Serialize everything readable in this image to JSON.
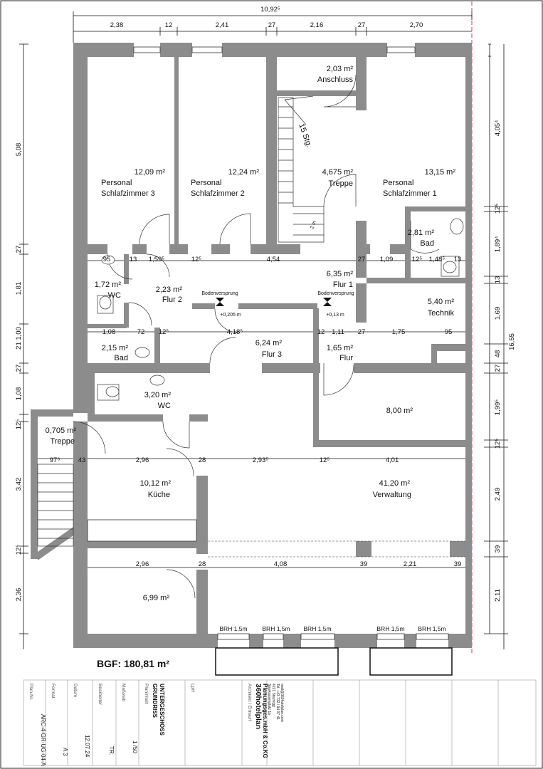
{
  "overall": {
    "total_width": "10,92⁵",
    "right_total": "16,55",
    "bgf": "BGF: 180,81 m²"
  },
  "top_dims": [
    "2,38",
    "12",
    "2,41",
    "27",
    "2,16",
    "27",
    "2,70"
  ],
  "left_dims": [
    "5,08",
    "27",
    "1,81",
    "21 1,00",
    "27",
    "1,08",
    "12⁵",
    "3,42",
    "12⁵",
    "2,36"
  ],
  "right_dims": [
    "4,05⁴",
    "12⁵",
    "1,89⁴",
    "13",
    "1,69",
    "48",
    "27",
    "1,99⁵",
    "12⁵",
    "2,49",
    "39",
    "2,11"
  ],
  "inner_dims": {
    "row1": [
      "95",
      "13",
      "1,59⁵",
      "12⁵",
      "4,54",
      "27",
      "1,09",
      "12⁵",
      "1,48⁵",
      "13"
    ],
    "row2": [
      "1,08",
      "72",
      "12⁵",
      "4,18⁵",
      "12",
      "1,11",
      "27",
      "1,75",
      "95"
    ],
    "row3": [
      "97⁶",
      "43",
      "2,96",
      "28",
      "2,93⁵",
      "12⁵",
      "4,01"
    ],
    "row4": [
      "2,96",
      "28",
      "4,08",
      "39",
      "2,21",
      "39"
    ]
  },
  "rooms": [
    {
      "area": "12,09 m²",
      "name1": "Personal",
      "name2": "Schlafzimmer 3"
    },
    {
      "area": "12,24 m²",
      "name1": "Personal",
      "name2": "Schlafzimmer 2"
    },
    {
      "area": "2,03 m²",
      "name1": "Anschluss",
      "name2": ""
    },
    {
      "area": "4,675 m²",
      "name1": "Treppe",
      "name2": ""
    },
    {
      "area": "13,15 m²",
      "name1": "Personal",
      "name2": "Schlafzimmer 1"
    },
    {
      "area": "2,81 m²",
      "name1": "Bad",
      "name2": ""
    },
    {
      "area": "1,72 m²",
      "name1": "WC",
      "name2": ""
    },
    {
      "area": "2,23 m²",
      "name1": "Flur 2",
      "name2": ""
    },
    {
      "area": "6,35 m²",
      "name1": "Flur 1",
      "name2": ""
    },
    {
      "area": "5,40 m²",
      "name1": "Technik",
      "name2": ""
    },
    {
      "area": "2,15 m²",
      "name1": "Bad",
      "name2": ""
    },
    {
      "area": "6,24 m²",
      "name1": "Flur 3",
      "name2": ""
    },
    {
      "area": "1,65 m²",
      "name1": "Flur",
      "name2": ""
    },
    {
      "area": "3,20 m²",
      "name1": "WC",
      "name2": ""
    },
    {
      "area": "8,00 m²",
      "name1": "",
      "name2": ""
    },
    {
      "area": "0,705 m²",
      "name1": "Treppe",
      "name2": ""
    },
    {
      "area": "10,12 m²",
      "name1": "Küche",
      "name2": ""
    },
    {
      "area": "41,20 m²",
      "name1": "Verwaltung",
      "name2": ""
    },
    {
      "area": "6,99 m²",
      "name1": "",
      "name2": ""
    }
  ],
  "stairs_label": "15 Stg.",
  "stairs_small": "2 m",
  "bodenversprung": [
    {
      "label": "Bodenversprung",
      "value": "+0,205 m"
    },
    {
      "label": "Bodenversprung",
      "value": "+0,13 m"
    }
  ],
  "brh": [
    "BRH 1,5m",
    "BRH 1,5m",
    "BRH 1,5m",
    "BRH 1,5m",
    "BRH 1,5m"
  ],
  "title_block": {
    "plan_nr_label": "Plan-Nr.",
    "plan_nr": "ARC-4-GR-UG-04-A",
    "format_label": "Format",
    "format": "A 3",
    "datum_label": "Datum",
    "datum": "12.07.24",
    "bearbeiter_label": "Bearbeiter",
    "bearbeiter": "TR.",
    "massstab_label": "Maßstab",
    "massstab": "1 /50",
    "planinhalt_label": "Planinhalt",
    "planinhalt1": "GRUNDRISS",
    "planinhalt2": "UNTERGESCHOSS",
    "lph_label": "LpH",
    "architekt_label": "Architekt / Entwurf",
    "company1": "360hotelplan",
    "company2": "Planungsges.mbH & Co.KG",
    "addr1": "Sparkassenplatz 1b",
    "addr2": "4221 Steyregg",
    "addr3": "Tel. +43 732 / 94 07 41",
    "addr4": "mail@360hotelplan.com"
  },
  "colors": {
    "wall": "#8c8c8c",
    "line": "#111111",
    "accent": "#cc3366"
  }
}
